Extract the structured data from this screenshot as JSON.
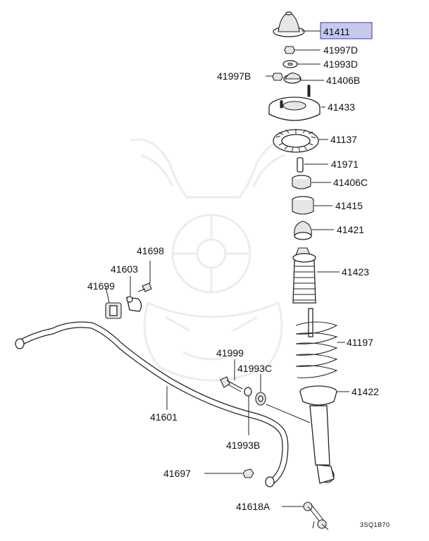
{
  "diagram": {
    "highlight_color": "#c6c8ee",
    "highlighted_part": "41411",
    "footer_code": "3SQ1B70",
    "parts": {
      "p41411": "41411",
      "p41997D": "41997D",
      "p41993D": "41993D",
      "p41997B": "41997B",
      "p41406B": "41406B",
      "p41433": "41433",
      "p41137": "41137",
      "p41971": "41971",
      "p41406C": "41406C",
      "p41415": "41415",
      "p41421": "41421",
      "p41423": "41423",
      "p41197": "41197",
      "p41422": "41422",
      "p41698": "41698",
      "p41603": "41603",
      "p41699": "41699",
      "p41999": "41999",
      "p41993C": "41993C",
      "p41601": "41601",
      "p41993B": "41993B",
      "p41697": "41697",
      "p41618A": "41618A"
    }
  }
}
